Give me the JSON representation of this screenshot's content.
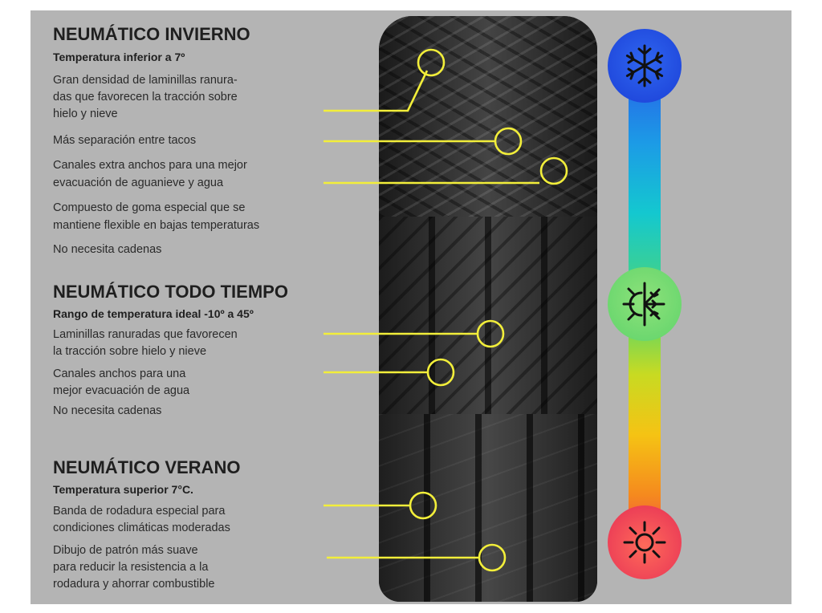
{
  "sections": [
    {
      "title": "NEUMÁTICO INVIERNO",
      "subtitle": "Temperatura inferior a 7º",
      "features": [
        "Gran densidad de laminillas ranura-",
        "das que favorecen la tracción sobre",
        "hielo y nieve",
        "Más separación entre tacos",
        "Canales extra anchos para una mejor",
        "evacuación de aguanieve y agua",
        "Compuesto de goma especial que se",
        "mantiene flexible en bajas temperaturas",
        "No necesita cadenas"
      ]
    },
    {
      "title": "NEUMÁTICO TODO TIEMPO",
      "subtitle": "Rango de temperatura ideal  -10º a 45º",
      "features": [
        "Laminillas ranuradas que favorecen",
        "la tracción sobre hielo y nieve",
        "Canales anchos para  una",
        "mejor evacuación de agua",
        "No necesita cadenas"
      ]
    },
    {
      "title": "NEUMÁTICO VERANO",
      "subtitle": "Temperatura superior 7°C.",
      "features": [
        "Banda de rodadura especial para",
        "condiciones climáticas moderadas",
        "Dibujo de patrón más suave",
        "para reducir la resistencia a la",
        "rodadura y ahorrar combustible"
      ]
    }
  ],
  "icons": {
    "cold": "snowflake-icon",
    "mild": "snowflake-sun-icon",
    "hot": "sun-icon"
  },
  "colors": {
    "background": "#b4b4b4",
    "callout": "#f2ee3a",
    "title": "#1f1f1f",
    "cold": "#1b3fd6",
    "mild": "#5fd36b",
    "hot": "#e52f55"
  }
}
